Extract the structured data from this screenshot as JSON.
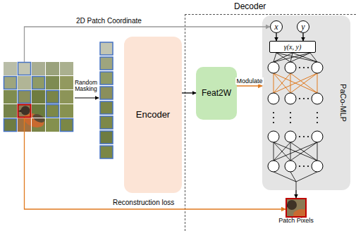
{
  "diagram": {
    "nodes": [
      {
        "text": [
          "Encoder"
        ]
      },
      {
        "text": [
          "Decoder"
        ]
      },
      {
        "text": [
          "Feat2W"
        ],
        "in": 1
      },
      {
        "text": [
          "PaCo-MLP"
        ],
        "in": 1
      },
      {
        "text": [
          "x"
        ],
        "in": 3
      },
      {
        "text": [
          "y"
        ],
        "in": 3
      },
      {
        "text": [
          "γ(x, y)"
        ],
        "in": 3
      },
      {
        "text": [
          "Patch Pixels"
        ],
        "in": 1
      }
    ],
    "edges": [
      {
        "from": 0,
        "to": 2,
        "arrow": "to"
      },
      {
        "from": 2,
        "to": 3,
        "label": "Modulate",
        "arrow": "to"
      },
      {
        "from": 4,
        "to": 6,
        "arrow": "to"
      },
      {
        "from": 5,
        "to": 6,
        "arrow": "to"
      },
      {
        "from": 3,
        "to": 7,
        "arrow": "to"
      }
    ],
    "labels": [
      "2D Patch Coordinate",
      "Random Masking",
      "Reconstruction loss"
    ]
  }
}
